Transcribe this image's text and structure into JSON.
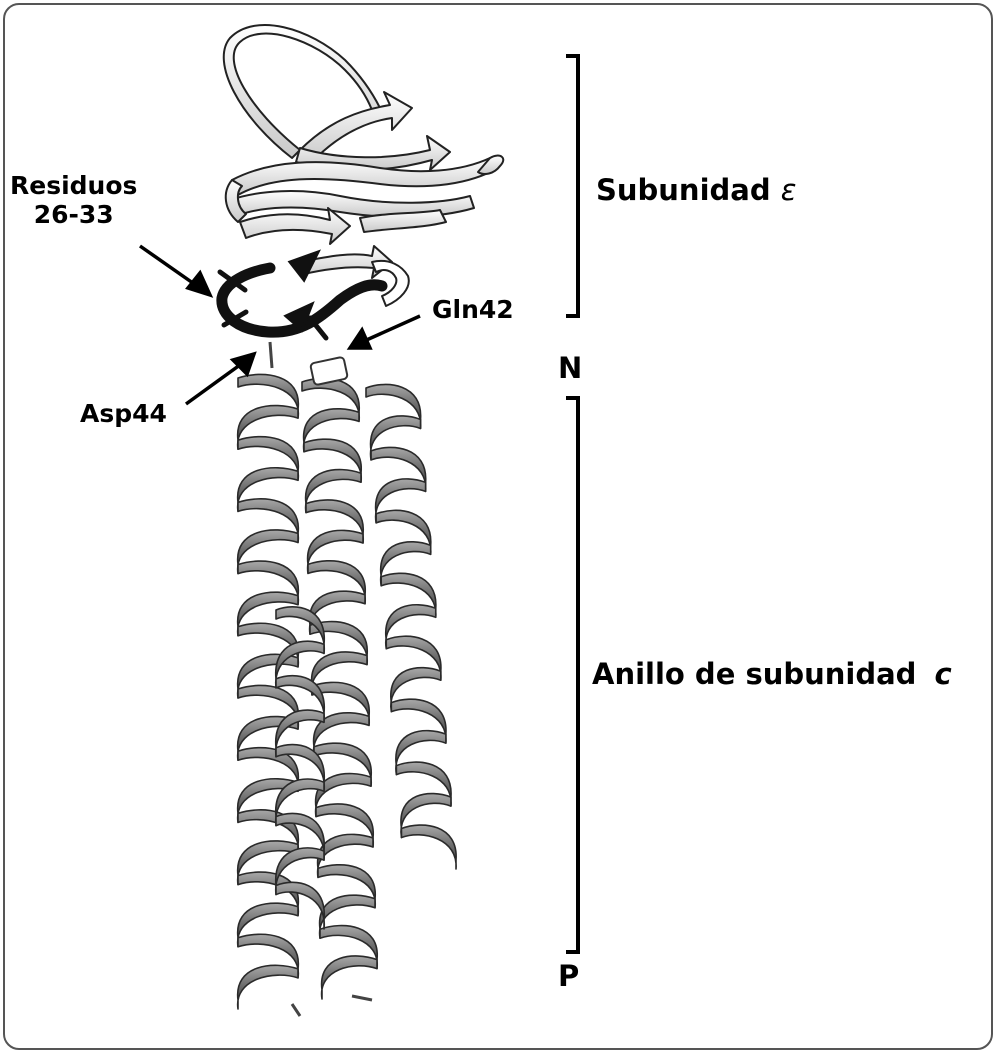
{
  "labels": {
    "residuos": [
      "Residuos",
      "26-33"
    ],
    "gln": "Gln42",
    "asp": "Asp44",
    "subunit_epsilon": {
      "text": "Subunidad",
      "symbol": "ε"
    },
    "n_terminal": "N",
    "ring_c": {
      "text": "Anillo de subunidad",
      "symbol": "c"
    },
    "p_terminal": "P"
  },
  "colors": {
    "helix": "#6b6b6b",
    "helix_highlight": "#9a9a9a",
    "helix_dark": "#333333",
    "sheet": "#f0f0f0",
    "sheet_outline": "#222222",
    "loop_highlight": "#111111"
  }
}
